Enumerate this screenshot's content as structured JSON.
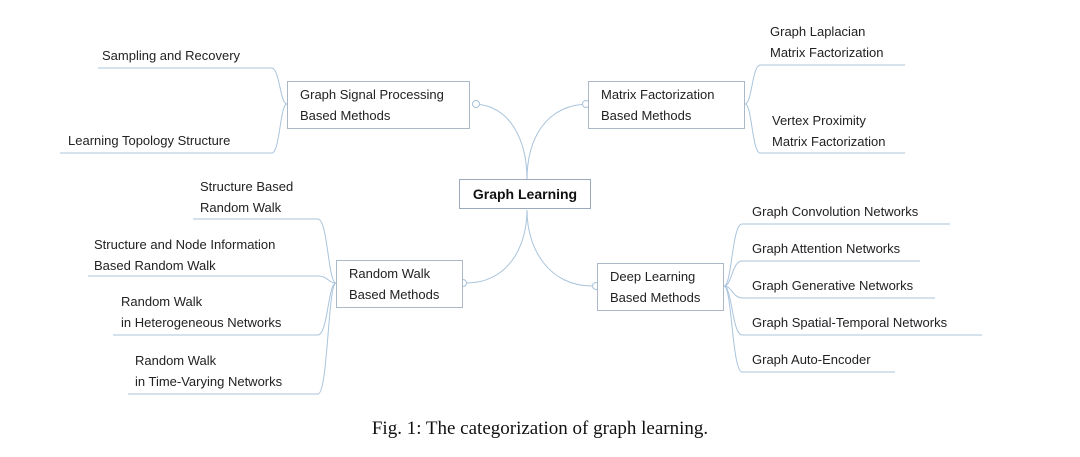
{
  "center": "Graph Learning",
  "branches": {
    "gsp": {
      "line1": "Graph Signal Processing",
      "line2": "Based Methods"
    },
    "mf": {
      "line1": "Matrix Factorization",
      "line2": "Based Methods"
    },
    "rw": {
      "line1": "Random Walk",
      "line2": "Based Methods"
    },
    "dl": {
      "line1": "Deep Learning",
      "line2": "Based Methods"
    }
  },
  "leaves": {
    "gsp": [
      "Sampling and Recovery",
      "Learning Topology Structure"
    ],
    "mf": [
      {
        "line1": "Graph Laplacian",
        "line2": "Matrix Factorization"
      },
      {
        "line1": "Vertex Proximity",
        "line2": "Matrix Factorization"
      }
    ],
    "rw": [
      {
        "line1": "Structure Based",
        "line2": "Random Walk"
      },
      {
        "line1": "Structure and Node Information",
        "line2": "Based Random Walk"
      },
      {
        "line1": "Random Walk",
        "line2": "in Heterogeneous Networks"
      },
      {
        "line1": "Random Walk",
        "line2": "in Time-Varying Networks"
      }
    ],
    "dl": [
      "Graph Convolution Networks",
      "Graph Attention Networks",
      "Graph Generative Networks",
      "Graph Spatial-Temporal Networks",
      "Graph Auto-Encoder"
    ]
  },
  "caption": "Fig. 1: The categorization of graph learning."
}
